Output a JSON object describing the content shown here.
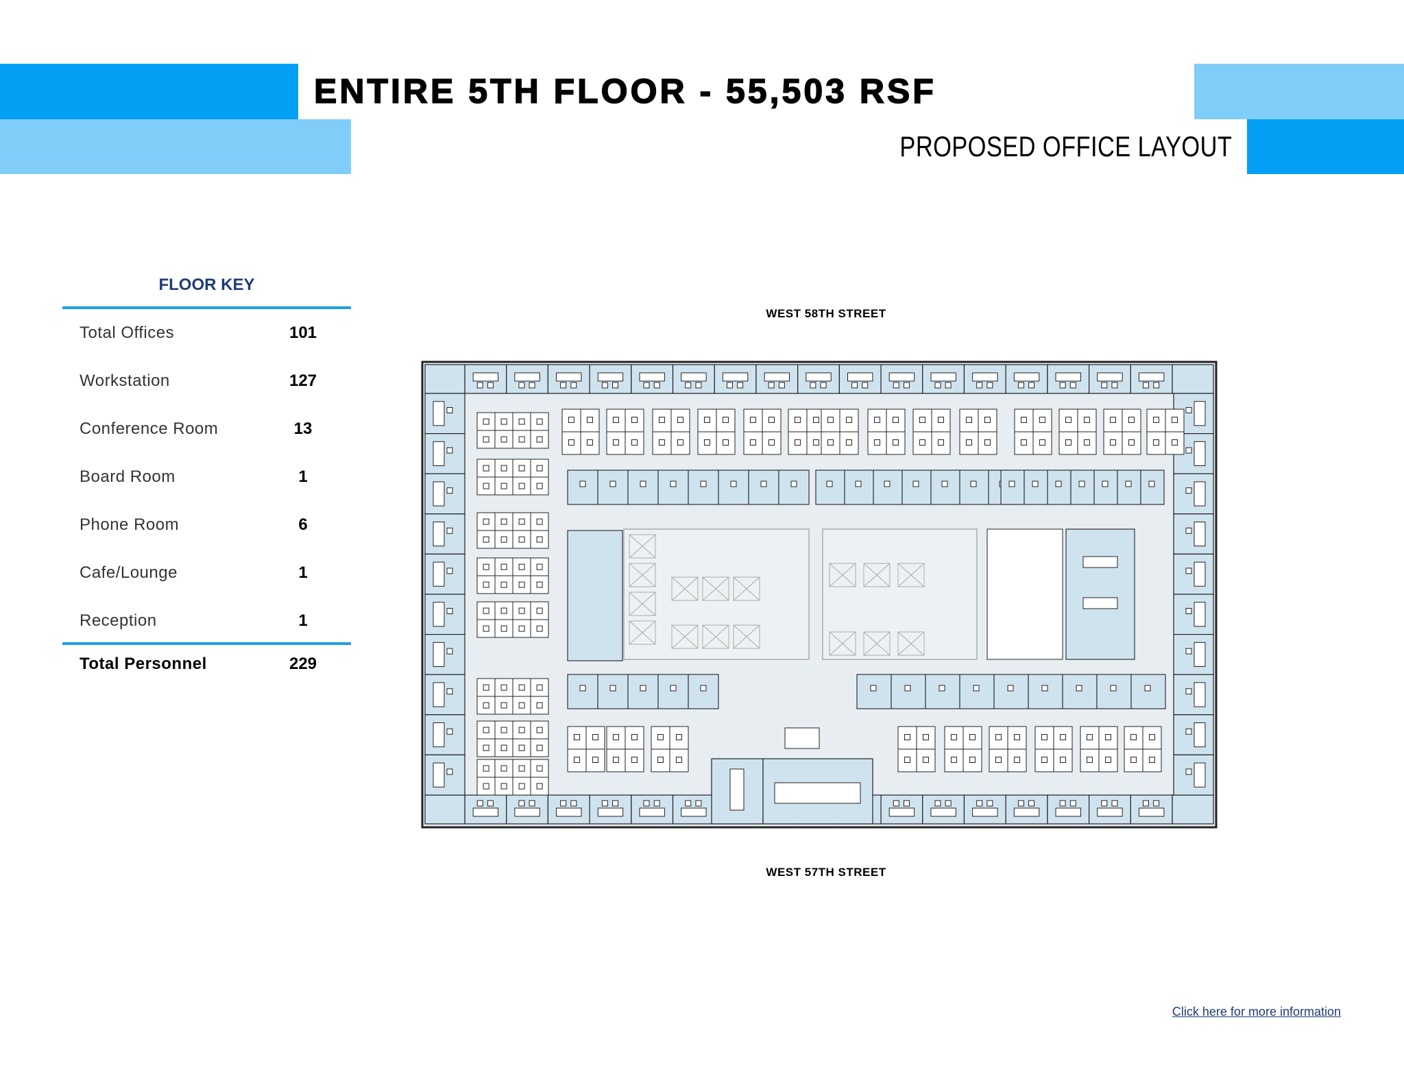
{
  "header": {
    "title": "ENTIRE 5TH FLOOR - 55,503 RSF",
    "subtitle": "PROPOSED OFFICE LAYOUT"
  },
  "floor_key": {
    "title": "FLOOR KEY",
    "items": [
      {
        "label": "Total Offices",
        "value": "101"
      },
      {
        "label": "Workstation",
        "value": "127"
      },
      {
        "label": "Conference Room",
        "value": "13"
      },
      {
        "label": "Board Room",
        "value": "1"
      },
      {
        "label": "Phone Room",
        "value": "6"
      },
      {
        "label": "Cafe/Lounge",
        "value": "1"
      },
      {
        "label": "Reception",
        "value": "1"
      }
    ],
    "total": {
      "label": "Total Personnel",
      "value": "229"
    }
  },
  "plan": {
    "north_street": "WEST 58TH STREET",
    "south_street": "WEST 57TH STREET"
  },
  "link": "Click here for more information",
  "colors": {
    "accent_dark": "#039ff4",
    "accent_light": "#80cdf9",
    "key_rule": "#1e9ee6",
    "key_title": "#1f3b78",
    "office_fill": "#cfe3ef",
    "floor_fill": "#e8edf1"
  }
}
